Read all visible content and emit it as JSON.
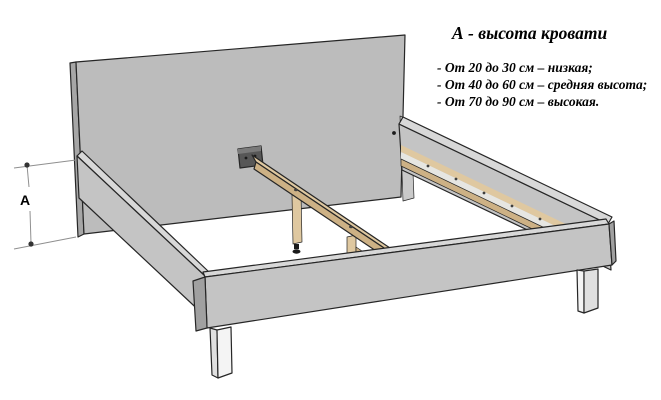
{
  "annotation": {
    "title": "А - высота кровати",
    "items": [
      "- От 20 до 30 см – низкая;",
      "- От 40 до 60 см – средняя высота;",
      "- От 70 до 90 см – высокая."
    ]
  },
  "dimension": {
    "label": "A"
  },
  "colors": {
    "panel": "#bcbcbc",
    "panel_side": "#a6a6a6",
    "rail": "#c4c4c4",
    "rail_top": "#d8d8d8",
    "plate": "#c9c9c9",
    "wood": "#dfc8a0",
    "wood_dark": "#cdb185",
    "wood_light": "#e6e6e2",
    "bracket": "#575757",
    "bracket_top": "#7a7a7a",
    "leg_light": "#f4f4f4",
    "leg_shade": "#e0e0e0",
    "cap_dark": "#a0a0a0",
    "hole": "#3f3f3f",
    "outline": "#262626",
    "dim_line": "#8f8f8f",
    "text": "#000000"
  }
}
